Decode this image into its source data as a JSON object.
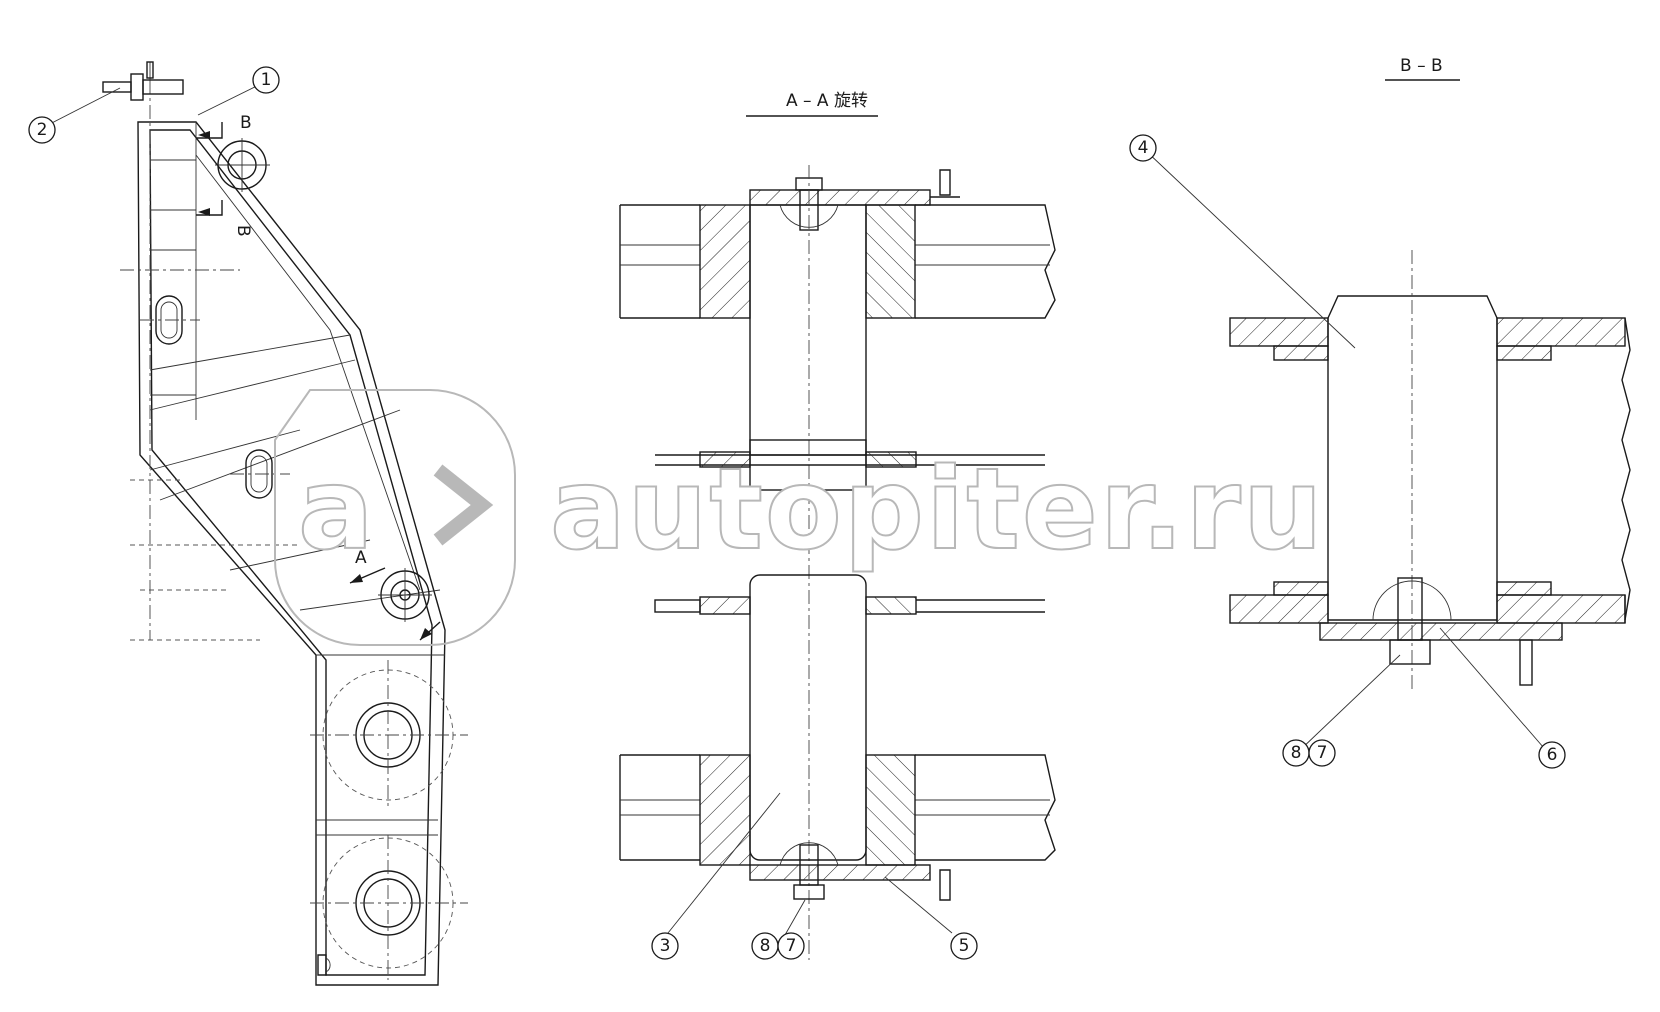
{
  "watermark": {
    "text": "autopiter.ru",
    "logo_text": "a"
  },
  "views": {
    "section_aa": {
      "title": "A – A 旋转"
    },
    "section_bb": {
      "title": "B – B"
    }
  },
  "section_markers": {
    "a": "A",
    "b": "B",
    "b_rotated": "B"
  },
  "callouts": [
    {
      "id": "c1",
      "text": "1"
    },
    {
      "id": "c2",
      "text": "2"
    },
    {
      "id": "c3",
      "text": "3"
    },
    {
      "id": "c4",
      "text": "4"
    },
    {
      "id": "c5",
      "text": "5"
    },
    {
      "id": "c6",
      "text": "6"
    },
    {
      "id": "c7a",
      "text": "7"
    },
    {
      "id": "c8a",
      "text": "8"
    },
    {
      "id": "c7b",
      "text": "7"
    },
    {
      "id": "c8b",
      "text": "8"
    }
  ],
  "colors": {
    "line": "#1a1a1a",
    "watermark_stroke": "#b8b8b8",
    "background": "#ffffff"
  }
}
